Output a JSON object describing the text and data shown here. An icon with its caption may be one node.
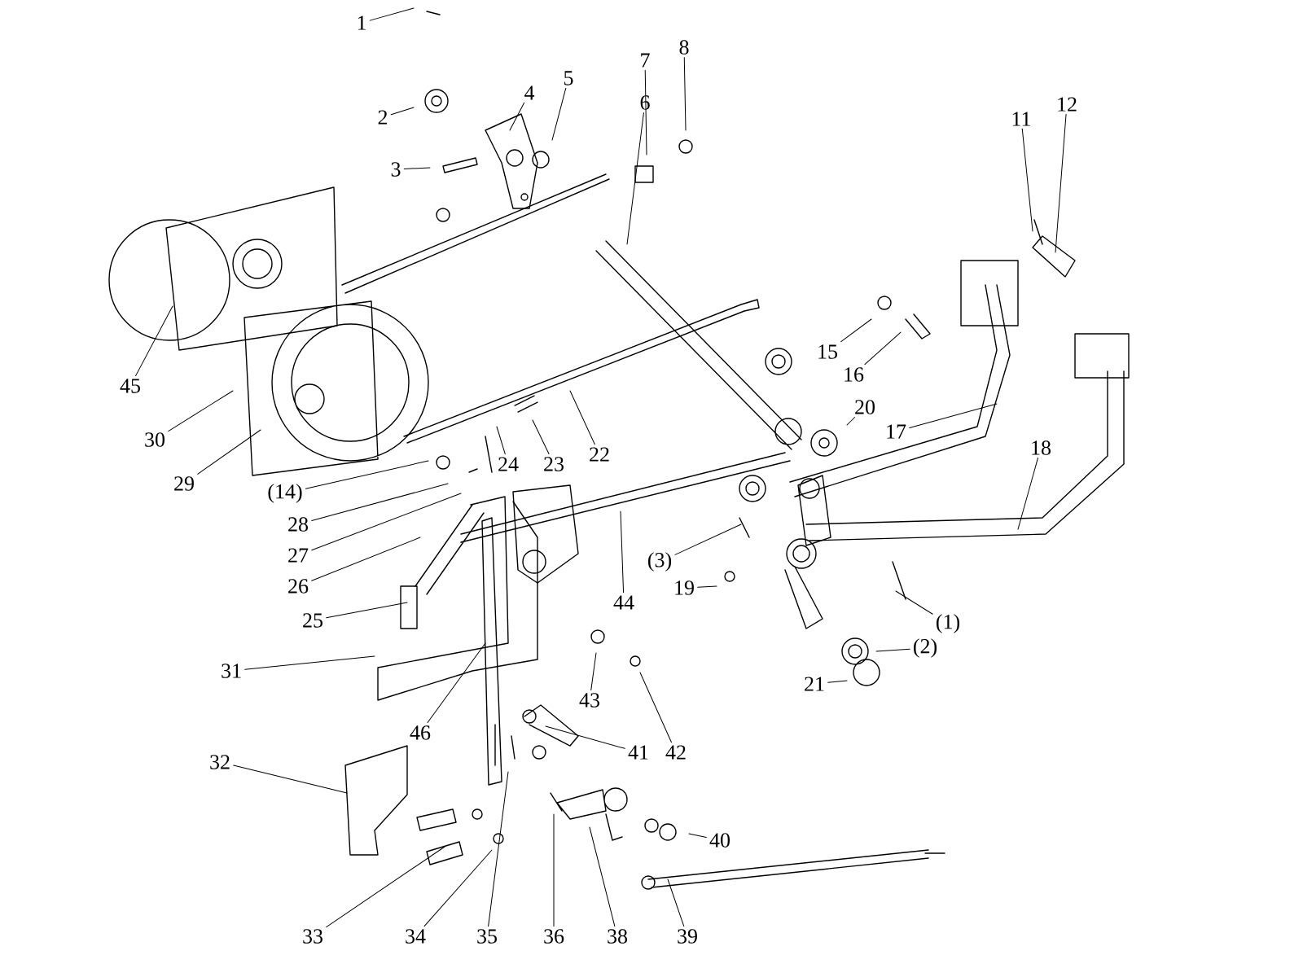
{
  "diagram": {
    "nodes": [
      {
        "text": [
          "1"
        ]
      },
      {
        "text": [
          "2"
        ]
      },
      {
        "text": [
          "3"
        ]
      },
      {
        "text": [
          "4"
        ]
      },
      {
        "text": [
          "5"
        ]
      },
      {
        "text": [
          "7"
        ]
      },
      {
        "text": [
          "8"
        ]
      },
      {
        "text": [
          "6"
        ]
      },
      {
        "text": [
          "12"
        ]
      },
      {
        "text": [
          "11"
        ]
      },
      {
        "text": [
          "45"
        ]
      },
      {
        "text": [
          "15"
        ]
      },
      {
        "text": [
          "16"
        ]
      },
      {
        "text": [
          "30"
        ]
      },
      {
        "text": [
          "22"
        ]
      },
      {
        "text": [
          "23"
        ]
      },
      {
        "text": [
          "24"
        ]
      },
      {
        "text": [
          "20"
        ]
      },
      {
        "text": [
          "17"
        ]
      },
      {
        "text": [
          "18"
        ]
      },
      {
        "text": [
          "29"
        ]
      },
      {
        "text": [
          "(14)"
        ]
      },
      {
        "text": [
          "28"
        ]
      },
      {
        "text": [
          "27"
        ]
      },
      {
        "text": [
          "26"
        ]
      },
      {
        "text": [
          "(3)"
        ]
      },
      {
        "text": [
          "44"
        ]
      },
      {
        "text": [
          "19"
        ]
      },
      {
        "text": [
          "25"
        ]
      },
      {
        "text": [
          "(1)"
        ]
      },
      {
        "text": [
          "(2)"
        ]
      },
      {
        "text": [
          "31"
        ]
      },
      {
        "text": [
          "21"
        ]
      },
      {
        "text": [
          "43"
        ]
      },
      {
        "text": [
          "46"
        ]
      },
      {
        "text": [
          "41"
        ]
      },
      {
        "text": [
          "42"
        ]
      },
      {
        "text": [
          "32"
        ]
      },
      {
        "text": [
          "40"
        ]
      },
      {
        "text": [
          "33"
        ]
      },
      {
        "text": [
          "34"
        ]
      },
      {
        "text": [
          "35"
        ]
      },
      {
        "text": [
          "36"
        ]
      },
      {
        "text": [
          "38"
        ]
      },
      {
        "text": [
          "39"
        ]
      }
    ],
    "edges": [
      {
        "from": 0,
        "to": null,
        "arrow": "none"
      },
      {
        "from": 1,
        "to": null,
        "arrow": "none"
      },
      {
        "from": 2,
        "to": null,
        "arrow": "none"
      },
      {
        "from": 3,
        "to": null,
        "arrow": "none"
      },
      {
        "from": 4,
        "to": null,
        "arrow": "none"
      },
      {
        "from": 5,
        "to": null,
        "arrow": "none"
      },
      {
        "from": 6,
        "to": null,
        "arrow": "none"
      },
      {
        "from": 7,
        "to": null,
        "arrow": "none"
      },
      {
        "from": 8,
        "to": null,
        "arrow": "none"
      },
      {
        "from": 9,
        "to": null,
        "arrow": "none"
      },
      {
        "from": 10,
        "to": null,
        "arrow": "none"
      },
      {
        "from": 11,
        "to": null,
        "arrow": "none"
      },
      {
        "from": 12,
        "to": null,
        "arrow": "none"
      },
      {
        "from": 13,
        "to": null,
        "arrow": "none"
      },
      {
        "from": 14,
        "to": null,
        "arrow": "none"
      },
      {
        "from": 15,
        "to": null,
        "arrow": "none"
      },
      {
        "from": 16,
        "to": null,
        "arrow": "none"
      },
      {
        "from": 17,
        "to": null,
        "arrow": "none"
      },
      {
        "from": 18,
        "to": null,
        "arrow": "none"
      },
      {
        "from": 19,
        "to": null,
        "arrow": "none"
      },
      {
        "from": 20,
        "to": null,
        "arrow": "none"
      },
      {
        "from": 21,
        "to": null,
        "arrow": "none"
      },
      {
        "from": 22,
        "to": null,
        "arrow": "none"
      },
      {
        "from": 23,
        "to": null,
        "arrow": "none"
      },
      {
        "from": 24,
        "to": null,
        "arrow": "none"
      },
      {
        "from": 25,
        "to": null,
        "arrow": "none"
      },
      {
        "from": 26,
        "to": null,
        "arrow": "none"
      },
      {
        "from": 27,
        "to": null,
        "arrow": "none"
      },
      {
        "from": 28,
        "to": null,
        "arrow": "none"
      },
      {
        "from": 29,
        "to": null,
        "arrow": "none"
      },
      {
        "from": 30,
        "to": null,
        "arrow": "none"
      },
      {
        "from": 31,
        "to": null,
        "arrow": "none"
      },
      {
        "from": 32,
        "to": null,
        "arrow": "none"
      },
      {
        "from": 33,
        "to": null,
        "arrow": "none"
      },
      {
        "from": 34,
        "to": null,
        "arrow": "none"
      },
      {
        "from": 35,
        "to": null,
        "arrow": "none"
      },
      {
        "from": 36,
        "to": null,
        "arrow": "none"
      },
      {
        "from": 37,
        "to": null,
        "arrow": "none"
      },
      {
        "from": 38,
        "to": null,
        "arrow": "none"
      },
      {
        "from": 39,
        "to": null,
        "arrow": "none"
      },
      {
        "from": 40,
        "to": null,
        "arrow": "none"
      },
      {
        "from": 41,
        "to": null,
        "arrow": "none"
      },
      {
        "from": 42,
        "to": null,
        "arrow": "none"
      },
      {
        "from": 43,
        "to": null,
        "arrow": "none"
      },
      {
        "from": 44,
        "to": null,
        "arrow": "none"
      }
    ]
  }
}
